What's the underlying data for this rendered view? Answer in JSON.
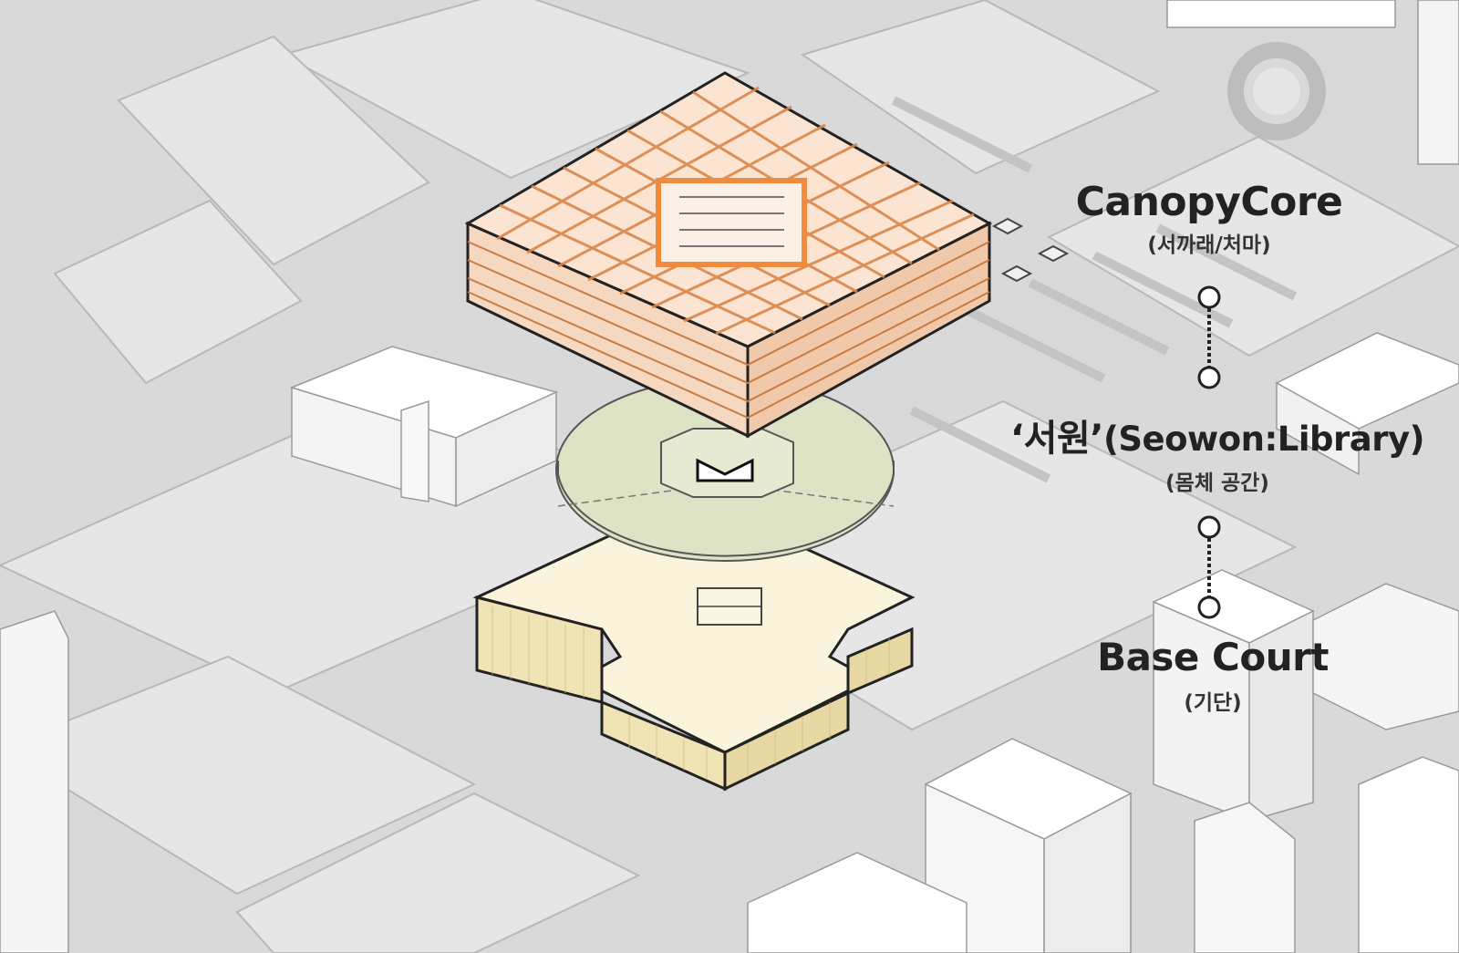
{
  "diagram": {
    "layers": [
      {
        "name": "CanopyCore",
        "subtitle": "(서까래/처마)"
      },
      {
        "name_prefix": "‘서원’",
        "name_suffix": "(Seowon:Library)",
        "subtitle": "(몸체 공간)"
      },
      {
        "name": "Base Court",
        "subtitle": "(기단)"
      }
    ],
    "colors": {
      "ground": "#d9d9d9",
      "road_block": "#e6e6e6",
      "building_top": "#ffffff",
      "building_side": "#ececec",
      "canopy_fill": "#fbe4d2",
      "canopy_grid": "#d9874a",
      "skylight": "#f08a3c",
      "disc_fill": "#dfe3c6",
      "base_fill": "#fbf4dc",
      "base_side": "#f0e3b6",
      "outline": "#222222"
    }
  }
}
